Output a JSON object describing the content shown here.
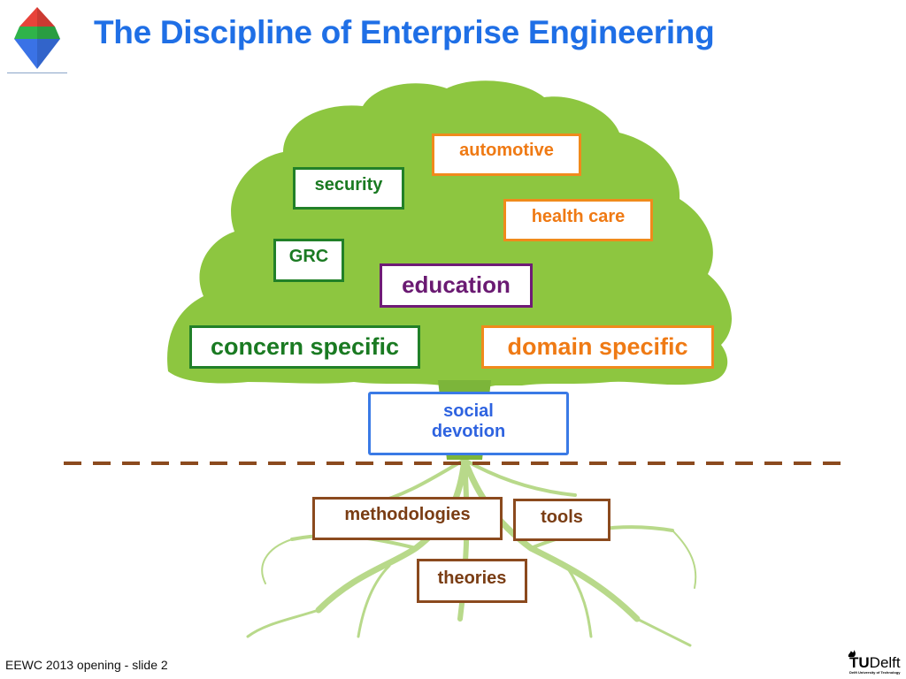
{
  "slide": {
    "title": "The Discipline of Enterprise Engineering",
    "footer": "EEWC 2013 opening - slide 2",
    "logo_icon": "pyramid-icon"
  },
  "tree": {
    "crown_terms": {
      "automotive": "automotive",
      "security": "security",
      "health_care": "health care",
      "grc": "GRC",
      "education": "education",
      "concern_specific": "concern specific",
      "domain_specific": "domain specific"
    },
    "trunk": {
      "line1": "social",
      "line2": "devotion"
    },
    "roots": {
      "methodologies": "methodologies",
      "tools": "tools",
      "theories": "theories"
    }
  },
  "university_logo": {
    "text_t": "T",
    "text_u": "U",
    "text_delft": "Delft",
    "subtitle": "Delft University of Technology"
  },
  "colors": {
    "title": "#1f6fe6",
    "crown": "#8dc640",
    "roots": "#b8d98a",
    "concern": "#1a7a22",
    "domain": "#ef7a14",
    "education": "#6a1a72",
    "social": "#2e63e0",
    "foundation": "#7a3d14",
    "divider": "#8b4a1e"
  }
}
